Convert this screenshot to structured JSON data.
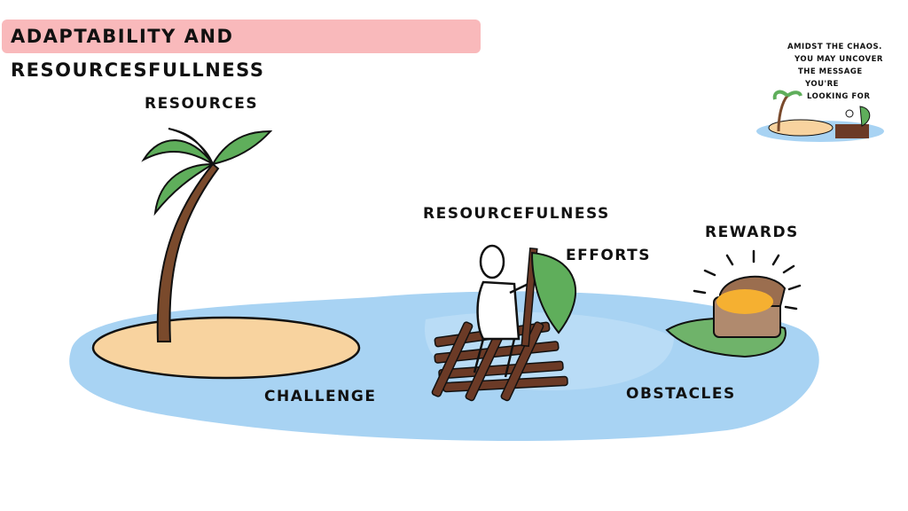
{
  "title": "ADAPTABILITY AND RESOURCESFULLNESS",
  "labels": {
    "resources": "RESOURCES",
    "resourcefulness": "RESOURCEFULNESS",
    "efforts": "EFFORTS",
    "rewards": "REWARDS",
    "challenge": "CHALLENGE",
    "obstacles": "OBSTACLES"
  },
  "note": {
    "lines": [
      "AMIDST THE CHAOS.",
      "YOU MAY UNCOVER",
      "THE MESSAGE",
      "YOU'RE",
      "LOOKING FOR"
    ]
  },
  "colors": {
    "title_bg": "#f9b9bb",
    "water": "#a8d3f3",
    "sand": "#f8d39f",
    "leaf": "#5fae5b",
    "trunk": "#7a4a2c",
    "raft": "#6b3a26",
    "gold": "#f5b031"
  }
}
